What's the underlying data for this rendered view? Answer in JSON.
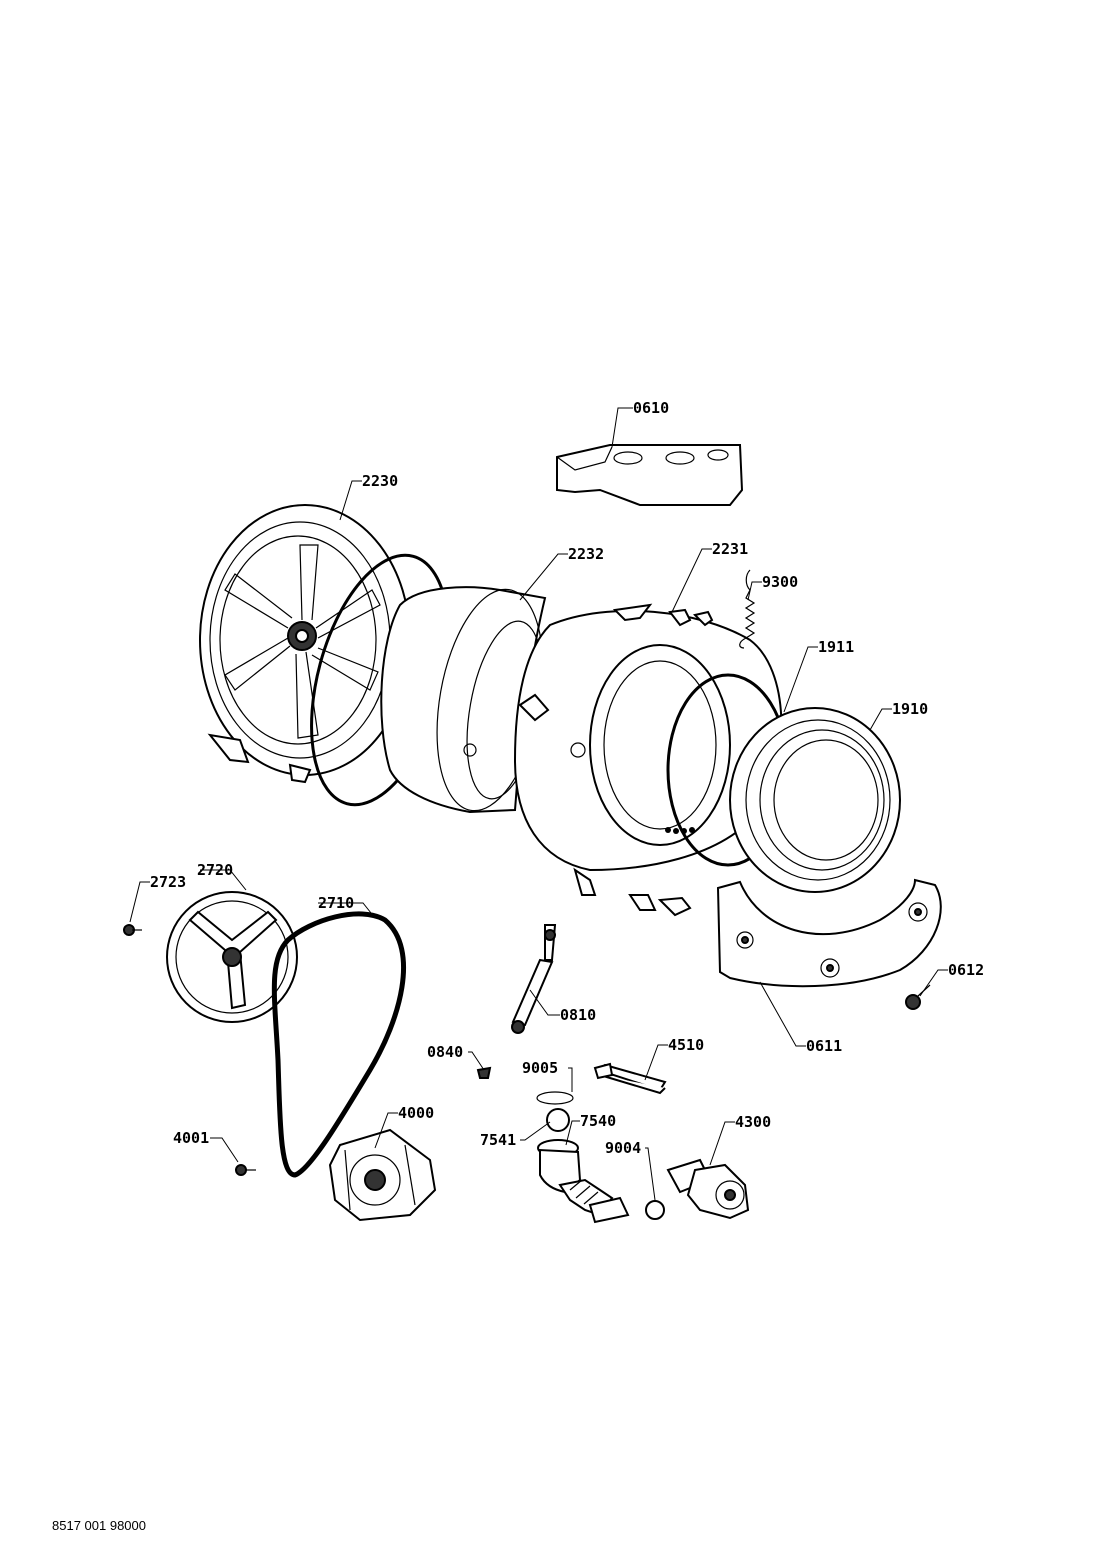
{
  "diagram": {
    "part_labels": {
      "p0610": "0610",
      "p2230": "2230",
      "p2232": "2232",
      "p2231": "2231",
      "p9300": "9300",
      "p1911": "1911",
      "p1910": "1910",
      "p2723": "2723",
      "p2720": "2720",
      "p2710": "2710",
      "p0612": "0612",
      "p0810": "0810",
      "p0611": "0611",
      "p0840": "0840",
      "p4510": "4510",
      "p9005": "9005",
      "p4000": "4000",
      "p7540": "7540",
      "p7541": "7541",
      "p4300": "4300",
      "p4001": "4001",
      "p9004": "9004"
    }
  },
  "footer": {
    "document_number": "8517 001 98000"
  }
}
